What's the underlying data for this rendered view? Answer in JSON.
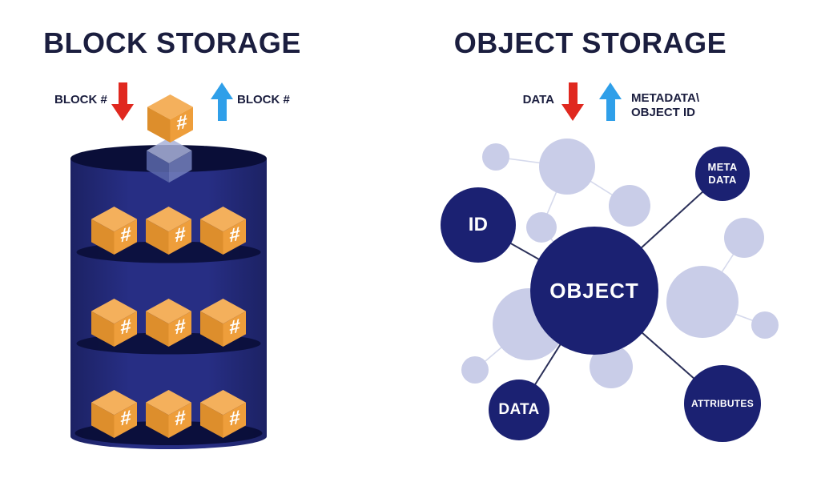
{
  "colors": {
    "title-text": "#1b1e3f",
    "navy": "#1b2172",
    "dark-navy": "#0a0e38",
    "cylinder-body": "#252c80",
    "cylinder-edge": "#1b2162",
    "lavender": "#c9cde8",
    "light-line": "#d5d9ec",
    "dark-line": "#2b3059",
    "cube-top": "#f4b05c",
    "cube-left": "#dd8e2c",
    "cube-right": "#ee9e3b",
    "arrow-red": "#e0281f",
    "arrow-blue": "#2f9fe9",
    "ghost-cube-top": "#a9b2d9",
    "ghost-cube-left": "#5c69ab",
    "ghost-cube-right": "#7480bd"
  },
  "block_storage": {
    "title": "BLOCK STORAGE",
    "write_label": "BLOCK #",
    "read_label": "BLOCK #",
    "cube_symbol": "#"
  },
  "object_storage": {
    "title": "OBJECT STORAGE",
    "write_label": "DATA",
    "read_label_line1": "METADATA\\",
    "read_label_line2": "OBJECT ID",
    "nodes": {
      "id": "ID",
      "object": "OBJECT",
      "metadata": "META DATA",
      "data": "DATA",
      "attributes": "ATTRIBUTES"
    }
  }
}
